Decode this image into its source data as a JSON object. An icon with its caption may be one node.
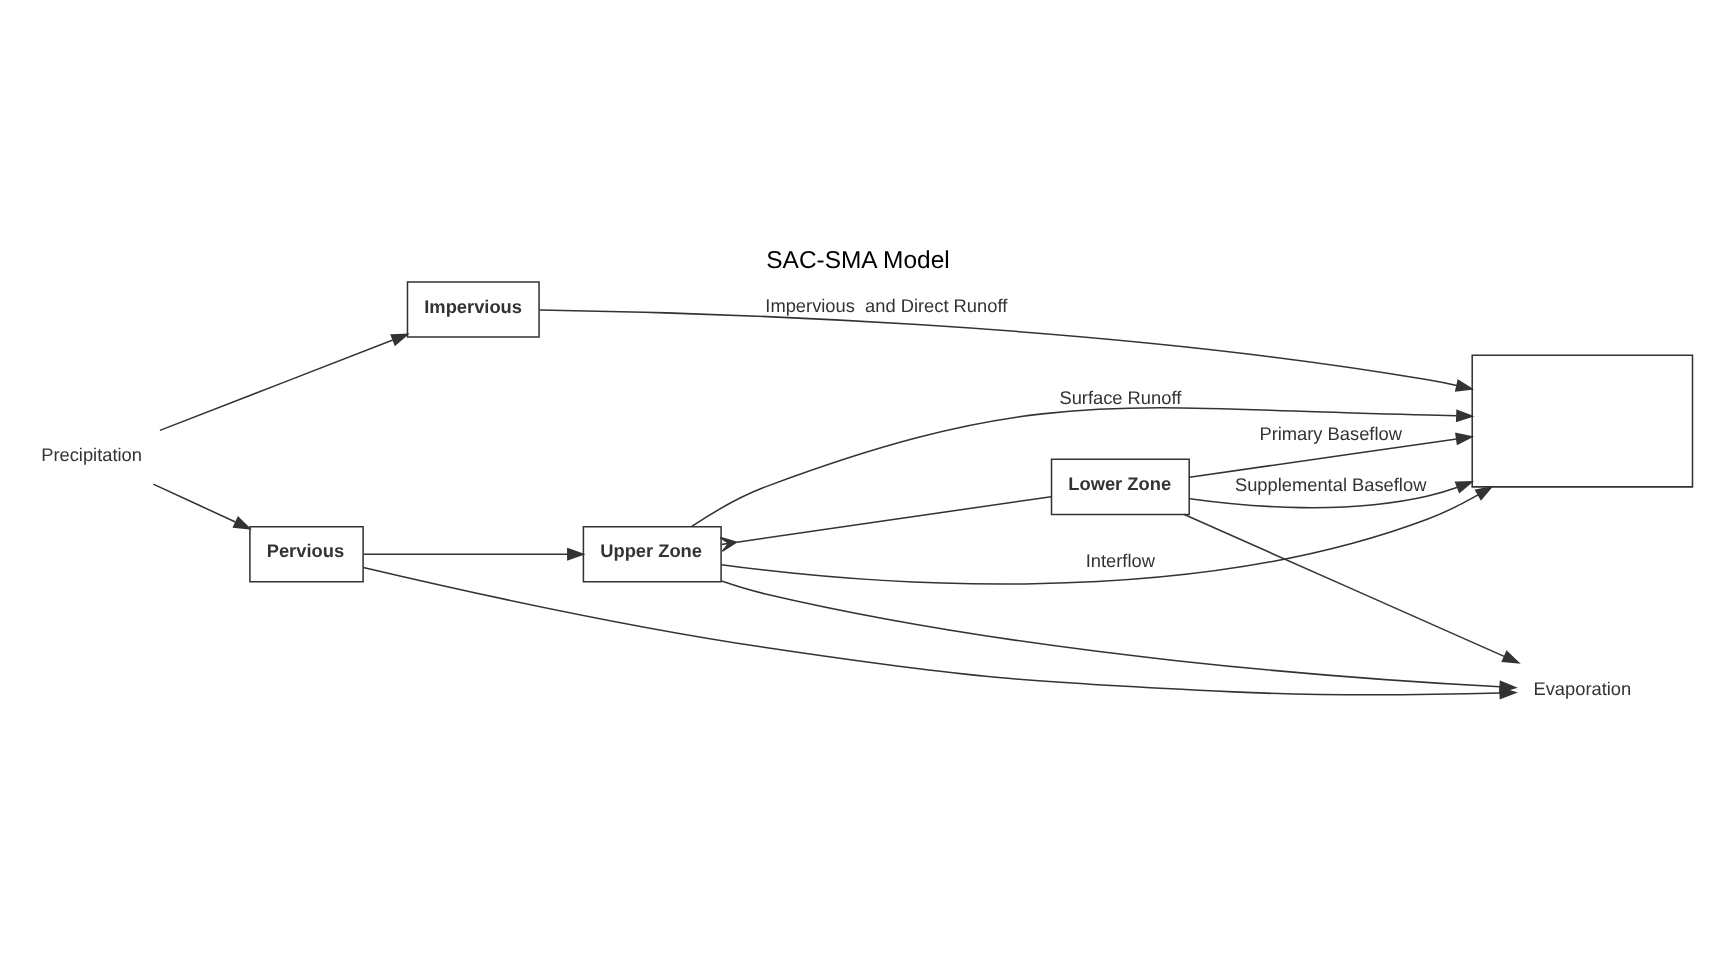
{
  "diagram": {
    "title": "SAC-SMA Model",
    "nodes": [
      {
        "text": [
          "Precipitation"
        ]
      },
      {
        "text": [
          "Pervious"
        ]
      },
      {
        "text": [
          "Impervious"
        ]
      },
      {
        "text": [
          "Upper Zone"
        ]
      },
      {
        "text": [
          "Lower Zone"
        ]
      },
      {
        "text": [
          "Evaporation"
        ]
      },
      {
        "text": [],
        "shape": "box"
      }
    ],
    "edges": [
      {
        "from": 0,
        "to": 1,
        "arrow": "to"
      },
      {
        "from": 0,
        "to": 2,
        "arrow": "to"
      },
      {
        "from": 1,
        "to": 3,
        "arrow": "to"
      },
      {
        "from": 3,
        "to": 4,
        "arrow": "other"
      },
      {
        "from": 1,
        "to": 5,
        "arrow": "to"
      },
      {
        "from": 3,
        "to": 5,
        "arrow": "to"
      },
      {
        "from": 4,
        "to": 5,
        "arrow": "to"
      },
      {
        "from": 2,
        "to": 6,
        "label": "Impervious  and Direct Runoff",
        "arrow": "to"
      },
      {
        "from": 3,
        "to": 6,
        "label": "Surface Runoff",
        "arrow": "to"
      },
      {
        "from": 3,
        "to": 6,
        "label": "Interflow",
        "arrow": "to"
      },
      {
        "from": 4,
        "to": 6,
        "label": "Supplemental Baseflow",
        "arrow": "to"
      },
      {
        "from": 4,
        "to": 6,
        "label": "Primary Baseflow",
        "arrow": "to"
      }
    ]
  }
}
